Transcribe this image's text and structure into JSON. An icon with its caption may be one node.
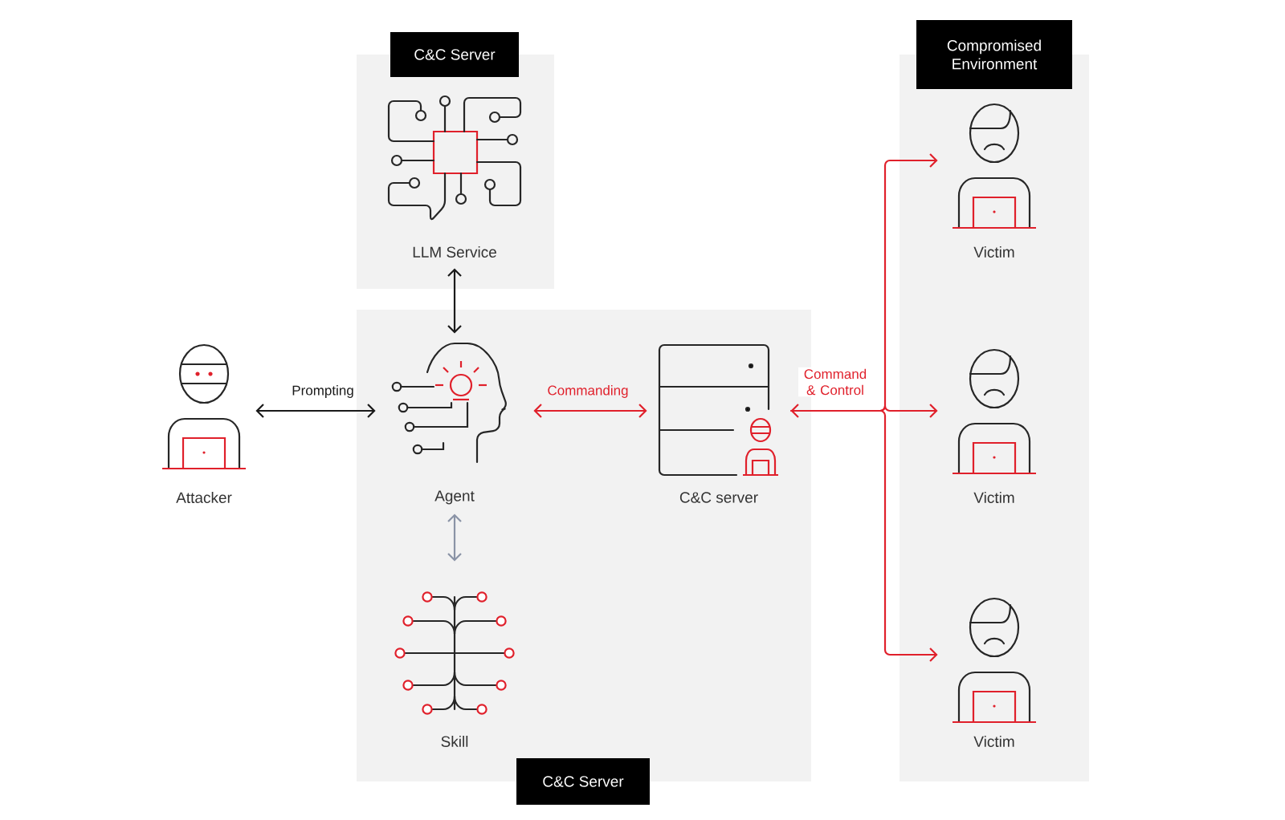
{
  "diagram": {
    "nodes": [
      {
        "text": [
          "C&C Server"
        ]
      },
      {
        "text": [
          "LLM Service"
        ],
        "in": 0
      },
      {
        "text": [
          "C&C Server"
        ]
      },
      {
        "text": [
          "Agent"
        ],
        "in": 2
      },
      {
        "text": [
          "C&C server"
        ],
        "in": 2
      },
      {
        "text": [
          "Skill"
        ],
        "in": 2
      },
      {
        "text": [
          "Compromised Environment"
        ]
      },
      {
        "text": [
          "Victim"
        ],
        "in": 6
      },
      {
        "text": [
          "Victim"
        ],
        "in": 6
      },
      {
        "text": [
          "Victim"
        ],
        "in": 6
      },
      {
        "text": [
          "Attacker"
        ]
      }
    ],
    "edges": [
      {
        "from": 10,
        "to": 3,
        "arrow": "both",
        "label": "Prompting",
        "color": "#1a1a1a"
      },
      {
        "from": 1,
        "to": 3,
        "arrow": "both",
        "color": "#1a1a1a"
      },
      {
        "from": 3,
        "to": 4,
        "arrow": "both",
        "label": "Commanding"
      },
      {
        "from": 3,
        "to": 5,
        "arrow": "both",
        "color": "#8a93a6"
      },
      {
        "from": 4,
        "to": 7,
        "arrow": "to"
      },
      {
        "from": 4,
        "to": 8,
        "arrow": "both",
        "label": "Command & Control"
      },
      {
        "from": 4,
        "to": 9,
        "arrow": "to"
      }
    ]
  }
}
